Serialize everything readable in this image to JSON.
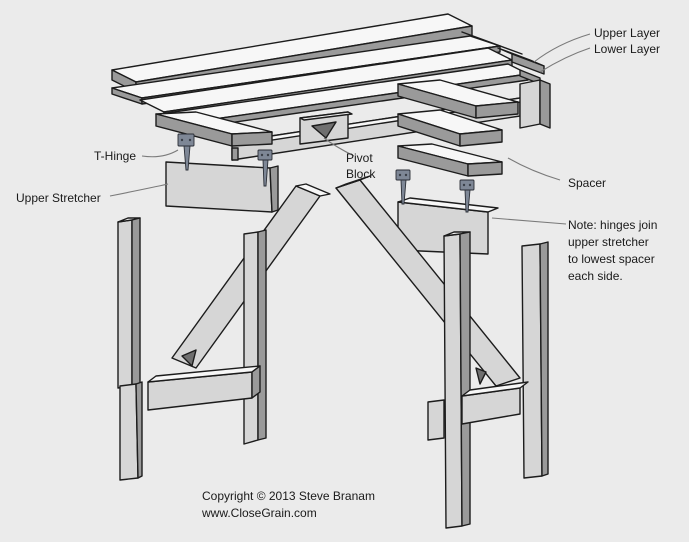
{
  "labels": {
    "upper_layer": "Upper Layer",
    "lower_layer": "Lower Layer",
    "t_hinge": "T-Hinge",
    "pivot_block_line1": "Pivot",
    "pivot_block_line2": "Block",
    "spacer": "Spacer",
    "upper_stretcher": "Upper Stretcher",
    "note_line1": "Note: hinges join",
    "note_line2": "upper stretcher",
    "note_line3": "to lowest spacer",
    "note_line4": "each side."
  },
  "credits": {
    "copyright": "Copyright © 2013 Steve Branam",
    "website": "www.CloseGrain.com"
  }
}
